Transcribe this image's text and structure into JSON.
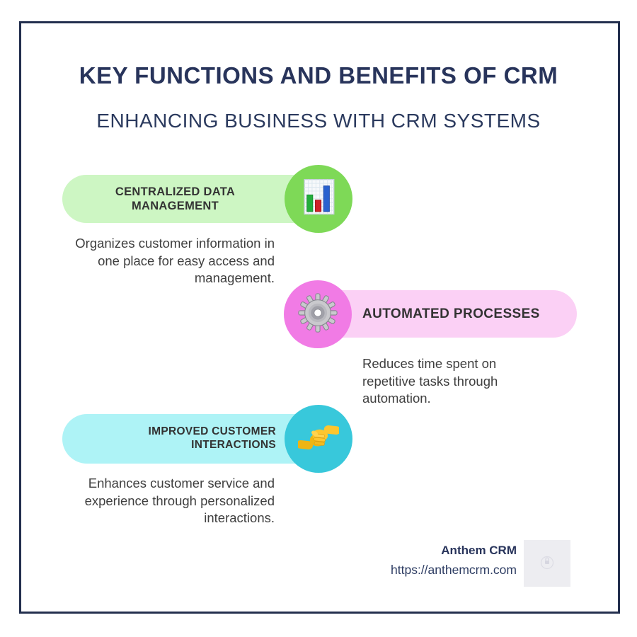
{
  "page": {
    "title": "KEY FUNCTIONS AND BENEFITS OF CRM",
    "subtitle": "ENHANCING BUSINESS WITH CRM SYSTEMS"
  },
  "features": [
    {
      "label": "CENTRALIZED DATA MANAGEMENT",
      "description": "Organizes customer information in one place for easy access and management.",
      "icon": "bar-chart-icon",
      "pill_color": "#cdf6c3",
      "circle_color": "#7ed957"
    },
    {
      "label": "AUTOMATED PROCESSES",
      "description": "Reduces time spent on repetitive tasks through automation.",
      "icon": "gear-icon",
      "pill_color": "#fbd0f5",
      "circle_color": "#f17be5"
    },
    {
      "label": "IMPROVED CUSTOMER INTERACTIONS",
      "description": "Enhances customer service and experience through personalized interactions.",
      "icon": "handshake-icon",
      "pill_color": "#aef3f6",
      "circle_color": "#38c8db"
    }
  ],
  "footer": {
    "brand": "Anthem CRM",
    "url": "https://anthemcrm.com",
    "logo_icon": "padlock-watermark-icon"
  },
  "palette": {
    "border": "#232f4e",
    "heading_text": "#28345b",
    "body_text": "#3f3f3f"
  }
}
